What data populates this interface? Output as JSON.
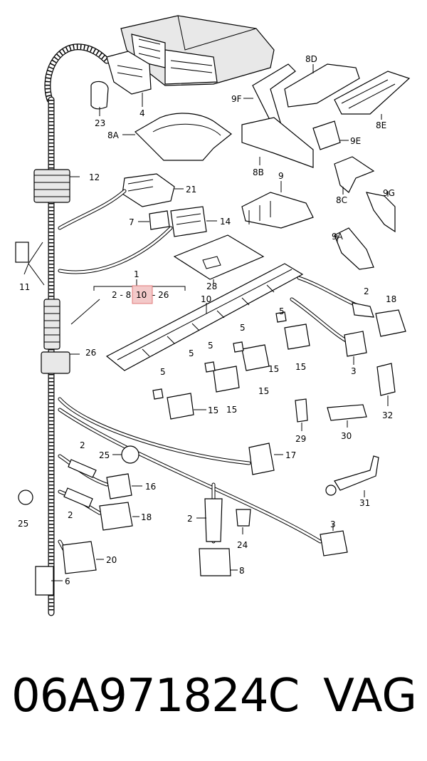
{
  "diagram": {
    "callouts": {
      "c1": "1",
      "c2a": "2",
      "c2b": "2",
      "c2c": "2",
      "c2d": "2",
      "c3a": "3",
      "c3b": "3",
      "c4": "4",
      "c5a": "5",
      "c5b": "5",
      "c5c": "5",
      "c5d": "5",
      "c5e": "5",
      "c6": "6",
      "c7": "7",
      "c8": "8",
      "c8A": "8A",
      "c8B": "8B",
      "c8C": "8C",
      "c8D": "8D",
      "c8E": "8E",
      "c9": "9",
      "c9A": "9A",
      "c9E": "9E",
      "c9F": "9F",
      "c9G": "9G",
      "c10": "10",
      "c11": "11",
      "c12": "12",
      "c14": "14",
      "c15a": "15",
      "c15b": "15",
      "c15c": "15",
      "c15d": "15",
      "c15e": "15",
      "c16": "16",
      "c17": "17",
      "c18a": "18",
      "c18b": "18",
      "c20": "20",
      "c21": "21",
      "c23": "23",
      "c24": "24",
      "c25a": "25",
      "c25b": "25",
      "c26a": "26",
      "c26b": "26",
      "c28": "28",
      "c29": "29",
      "c30": "30",
      "c31": "31",
      "c32": "32"
    },
    "range_group": {
      "left": "2 - 8",
      "highlight": "10",
      "right": "- 26"
    },
    "highlight_color": "#f3c9c9",
    "highlight_border": "#e07a7a"
  },
  "footer": {
    "part_number": "06A971824C",
    "brand": "VAG"
  }
}
